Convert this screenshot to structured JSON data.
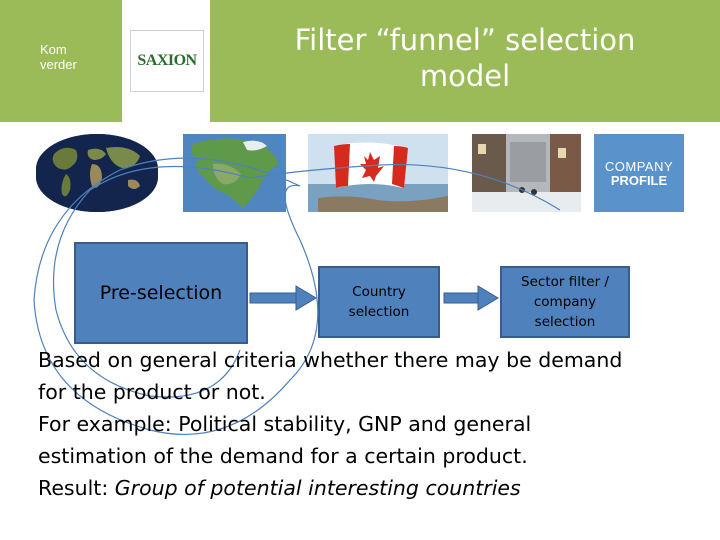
{
  "logo": {
    "kom_line1": "Kom",
    "kom_line2": "verder",
    "saxion": "SAXION"
  },
  "slide": {
    "title_line1": "Filter “funnel” selection",
    "title_line2": "model"
  },
  "images": {
    "profile_line1": "COMPANY",
    "profile_line2": "PROFILE"
  },
  "boxes": {
    "pre_selection": "Pre-selection",
    "country_line1": "Country",
    "country_line2": "selection",
    "sector_line1": "Sector filter /",
    "sector_line2": "company",
    "sector_line3": "selection"
  },
  "body": {
    "line1": "Based on general criteria whether there may be demand",
    "line2": "for the product or not.",
    "line3": "For example: Political stability, GNP and general",
    "line4": "estimation of the demand for a certain product.",
    "result_label": "Result: ",
    "result_value": "Group of potential interesting countries"
  },
  "colors": {
    "green_accent": "#9bbb59",
    "box_blue": "#4f81bd",
    "box_border": "#385d8a",
    "funnel_line": "#4f81bd"
  }
}
